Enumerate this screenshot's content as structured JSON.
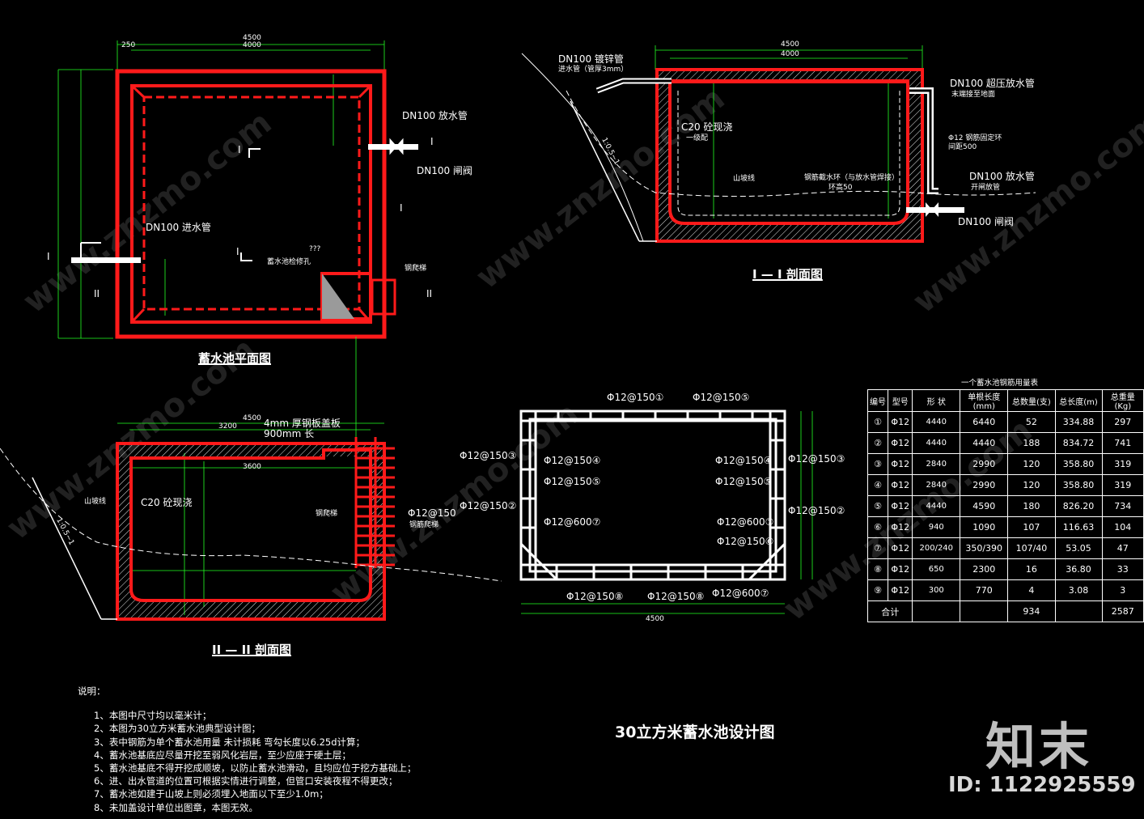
{
  "titles": {
    "plan": "蓄水池平面图",
    "section1": "I — I 剖面图",
    "section2": "II — II 剖面图",
    "main": "30立方米蓄水池设计图"
  },
  "plan_labels": {
    "outlet_pipe": "DN100 放水管",
    "outlet_valve": "DN100 闸阀",
    "inlet_pipe": "DN100 进水管",
    "ladder": "钢爬梯",
    "manhole": "蓄水池检修孔",
    "q": "???",
    "dim_total": "4500",
    "dim_inner": "4000",
    "dim_wall": "250"
  },
  "s1_labels": {
    "inlet": "DN100 镀锌管",
    "inlet_sub": "进水管（管厚3mm）",
    "overflow": "DN100 超压放水管",
    "overflow_sub": "末端接至地面",
    "ring": "Φ12 钢筋固定环",
    "ring_sub": "间距500",
    "concrete": "C20 砼现浇",
    "concrete_sub": "一级配",
    "slope": "山坡线",
    "waterstop": "钢筋截水环（与放水管焊接）",
    "waterstop_sub": "环高50",
    "drain": "DN100 放水管",
    "drain_sub": "开闸放管",
    "valve": "DN100 闸阀",
    "ratio": "1:0.5~1",
    "dim_total": "4500",
    "dim_inner": "4000"
  },
  "s2_labels": {
    "cover": "4mm 厚钢板盖板",
    "cover_sub": "900mm 长",
    "concrete": "C20 砼现浇",
    "slope": "山坡线",
    "ladder": "钢爬梯",
    "rebar": "Φ12@150",
    "rebar_sub": "钢筋爬梯",
    "ratio": "1:0.5~1",
    "dim_total": "4500",
    "dim_a": "3200",
    "dim_b": "3600"
  },
  "rebar_labels": [
    "Φ12@150①",
    "Φ12@150⑤",
    "Φ12@150②",
    "Φ12@150③",
    "Φ12@150④",
    "Φ12@150⑤",
    "Φ12@600⑦",
    "Φ12@150⑥",
    "Φ12@150⑧",
    "Φ12@600⑦"
  ],
  "rebar_dim": "4500",
  "table": {
    "caption": "一个蓄水池钢筋用量表",
    "headers": [
      "编号",
      "型号",
      "形 状",
      "单根长度(mm)",
      "总数量(支)",
      "总长度(m)",
      "总重量(Kg)"
    ],
    "rows": [
      {
        "no": "①",
        "type": "Φ12",
        "shape": "4440",
        "len": "6440",
        "qty": "52",
        "total_len": "334.88",
        "weight": "297"
      },
      {
        "no": "②",
        "type": "Φ12",
        "shape": "4440",
        "len": "4440",
        "qty": "188",
        "total_len": "834.72",
        "weight": "741"
      },
      {
        "no": "③",
        "type": "Φ12",
        "shape": "2840",
        "len": "2990",
        "qty": "120",
        "total_len": "358.80",
        "weight": "319"
      },
      {
        "no": "④",
        "type": "Φ12",
        "shape": "2840",
        "len": "2990",
        "qty": "120",
        "total_len": "358.80",
        "weight": "319"
      },
      {
        "no": "⑤",
        "type": "Φ12",
        "shape": "4440",
        "len": "4590",
        "qty": "180",
        "total_len": "826.20",
        "weight": "734"
      },
      {
        "no": "⑥",
        "type": "Φ12",
        "shape": "940",
        "len": "1090",
        "qty": "107",
        "total_len": "116.63",
        "weight": "104"
      },
      {
        "no": "⑦",
        "type": "Φ12",
        "shape": "200/240",
        "len": "350/390",
        "qty": "107/40",
        "total_len": "53.05",
        "weight": "47"
      },
      {
        "no": "⑧",
        "type": "Φ12",
        "shape": "650",
        "len": "2300",
        "qty": "16",
        "total_len": "36.80",
        "weight": "33"
      },
      {
        "no": "⑨",
        "type": "Φ12",
        "shape": "300",
        "len": "770",
        "qty": "4",
        "total_len": "3.08",
        "weight": "3"
      }
    ],
    "total": {
      "label": "合计",
      "qty": "934",
      "weight": "2587"
    }
  },
  "notes": {
    "heading": "说明：",
    "items": [
      "1、本图中尺寸均以毫米计；",
      "2、本图为30立方米蓄水池典型设计图；",
      "3、表中钢筋为单个蓄水池用量 未计损耗 弯勾长度以6.25d计算；",
      "4、蓄水池基底应尽量开挖至弱风化岩层，至少应座于硬土层；",
      "5、蓄水池基底不得开挖成顺坡，以防止蓄水池滑动，且均应位于挖方基础上；",
      "6、进、出水管道的位置可根据实情进行调整，但管口安装夜程不得更改；",
      "7、蓄水池如建于山坡上则必须埋入地面以下至少1.0m；",
      "8、未加盖设计单位出图章，本图无效。"
    ]
  },
  "brand": {
    "name": "知末",
    "id": "ID: 1122925559",
    "watermark": "www.znzmo.com"
  },
  "colors": {
    "wall": "#ff1a1a",
    "dim": "#22ff22",
    "line": "#ffffff",
    "bg": "#000000"
  }
}
